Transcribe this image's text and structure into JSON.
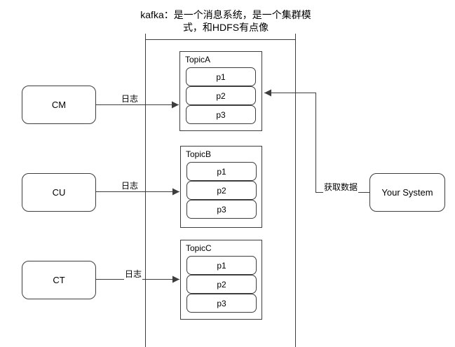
{
  "title": {
    "line1": "kafka：是一个消息系统，是一个集群模",
    "line2": "式，和HDFS有点像"
  },
  "producers": [
    {
      "label": "CM",
      "edge_label": "日志"
    },
    {
      "label": "CU",
      "edge_label": "日志"
    },
    {
      "label": "CT",
      "edge_label": "日志"
    }
  ],
  "topics": [
    {
      "name": "TopicA",
      "partitions": [
        "p1",
        "p2",
        "p3"
      ]
    },
    {
      "name": "TopicB",
      "partitions": [
        "p1",
        "p2",
        "p3"
      ]
    },
    {
      "name": "TopicC",
      "partitions": [
        "p1",
        "p2",
        "p3"
      ]
    }
  ],
  "consumer": {
    "label": "Your System",
    "edge_label": "获取数据"
  },
  "colors": {
    "line": "#3d3d3d",
    "background": "#ffffff",
    "text": "#000000"
  }
}
